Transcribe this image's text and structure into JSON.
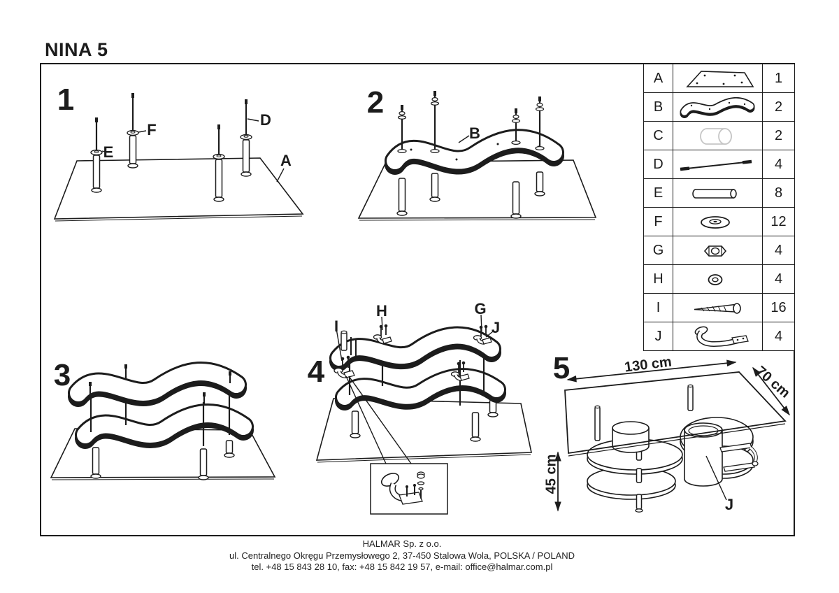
{
  "title": "NINA 5",
  "steps": {
    "s1": {
      "number": "1",
      "label_e": "E",
      "label_f": "F",
      "label_d": "D",
      "label_a": "A"
    },
    "s2": {
      "number": "2",
      "label_b": "B"
    },
    "s3": {
      "number": "3"
    },
    "s4": {
      "number": "4",
      "label_i": "I",
      "label_h": "H",
      "label_g": "G",
      "label_j": "J"
    },
    "s5": {
      "number": "5",
      "label_j": "J",
      "dim_width": "130 cm",
      "dim_depth": "70 cm",
      "dim_height": "45 cm"
    }
  },
  "parts_table": {
    "rows": [
      {
        "id": "A",
        "icon": "glass-top-icon",
        "qty": "1"
      },
      {
        "id": "B",
        "icon": "s-shelf-icon",
        "qty": "2"
      },
      {
        "id": "C",
        "icon": "cylinder-icon",
        "qty": "2"
      },
      {
        "id": "D",
        "icon": "threaded-rod-icon",
        "qty": "4"
      },
      {
        "id": "E",
        "icon": "tube-spacer-icon",
        "qty": "8"
      },
      {
        "id": "F",
        "icon": "washer-large-icon",
        "qty": "12"
      },
      {
        "id": "G",
        "icon": "nut-icon",
        "qty": "4"
      },
      {
        "id": "H",
        "icon": "washer-small-icon",
        "qty": "4"
      },
      {
        "id": "I",
        "icon": "screw-icon",
        "qty": "16"
      },
      {
        "id": "J",
        "icon": "foot-bracket-icon",
        "qty": "4"
      }
    ]
  },
  "footer": {
    "company": "HALMAR Sp. z o.o.",
    "address": "ul. Centralnego Okręgu Przemysłowego 2, 37-450 Stalowa Wola, POLSKA / POLAND",
    "contact": "tel. +48 15 843 28 10, fax: +48 15 842 19 57, e-mail: office@halmar.com.pl"
  },
  "colors": {
    "line": "#1c1c1c",
    "muted": "#c6c6c6",
    "background": "#ffffff"
  }
}
